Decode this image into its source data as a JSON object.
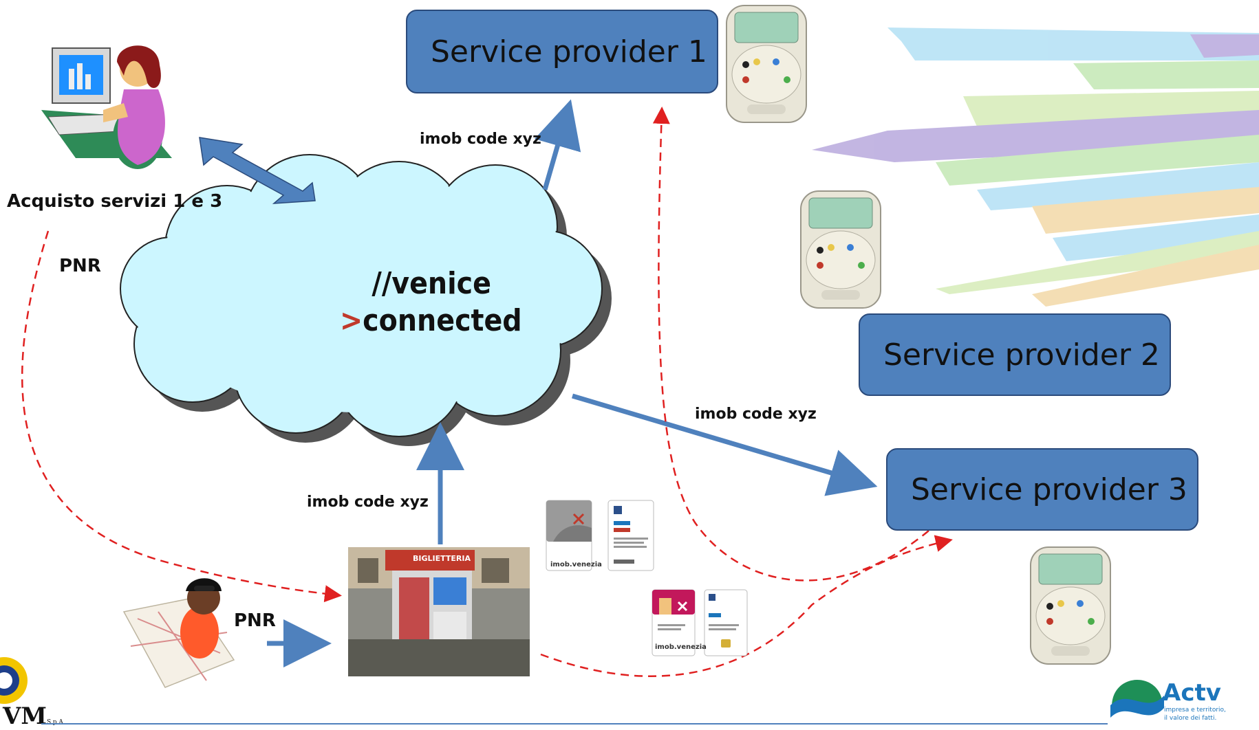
{
  "providers": [
    {
      "label": "Service provider 1"
    },
    {
      "label": "Service provider 2"
    },
    {
      "label": "Service provider 3"
    }
  ],
  "cloud": {
    "line1": "//venice",
    "line2_prefix": ">",
    "line2": "connected"
  },
  "labels": {
    "buyer": "Acquisto servizi 1 e 3",
    "pnr_left": "PNR",
    "pnr_traveler": "PNR",
    "code_top": "imob code xyz",
    "code_right": "imob code xyz",
    "code_bottom": "imob code xyz"
  },
  "logos": {
    "vm": "VM",
    "vm_suffix": "S.p.A",
    "actv": "Actv",
    "actv_tag1": "impresa e territorio,",
    "actv_tag2": "il valore dei fatti."
  },
  "kiosk": {
    "sign": "BIGLIETTERIA"
  },
  "cards": {
    "brand": "imob.venezia"
  },
  "colors": {
    "provider_fill": "#4f81bd",
    "cloud_fill": "#ccf6ff",
    "arrow_blue": "#4f81bd",
    "dashed_red": "#e02020"
  }
}
